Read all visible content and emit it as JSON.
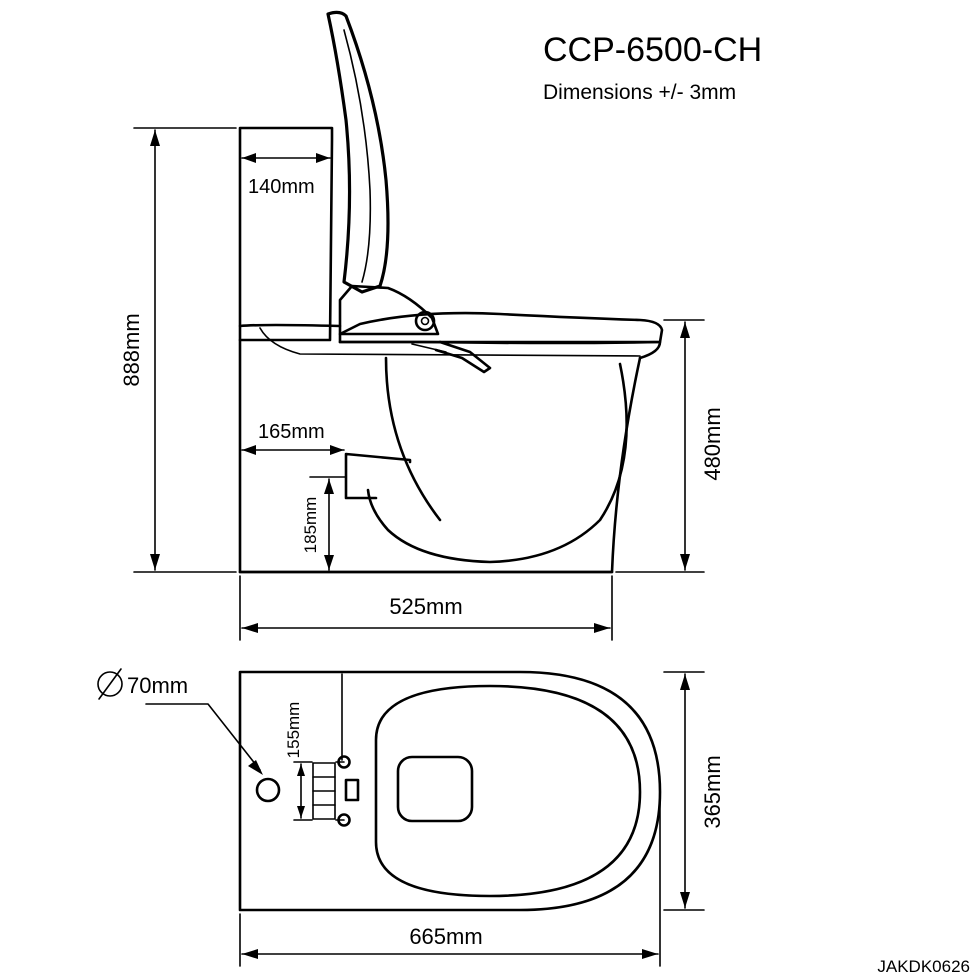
{
  "model": "CCP-6500-CH",
  "tolerance": "Dimensions +/- 3mm",
  "drawing_code": "JAKDK0626",
  "side_view": {
    "tank_depth": "140mm",
    "total_height": "888mm",
    "bowl_height": "480mm",
    "outlet_offset": "165mm",
    "outlet_height": "185mm",
    "overall_length": "525mm"
  },
  "top_view": {
    "inlet_diameter": "70mm",
    "fixing_spacing": "155mm",
    "overall_width": "365mm",
    "overall_length": "665mm"
  }
}
